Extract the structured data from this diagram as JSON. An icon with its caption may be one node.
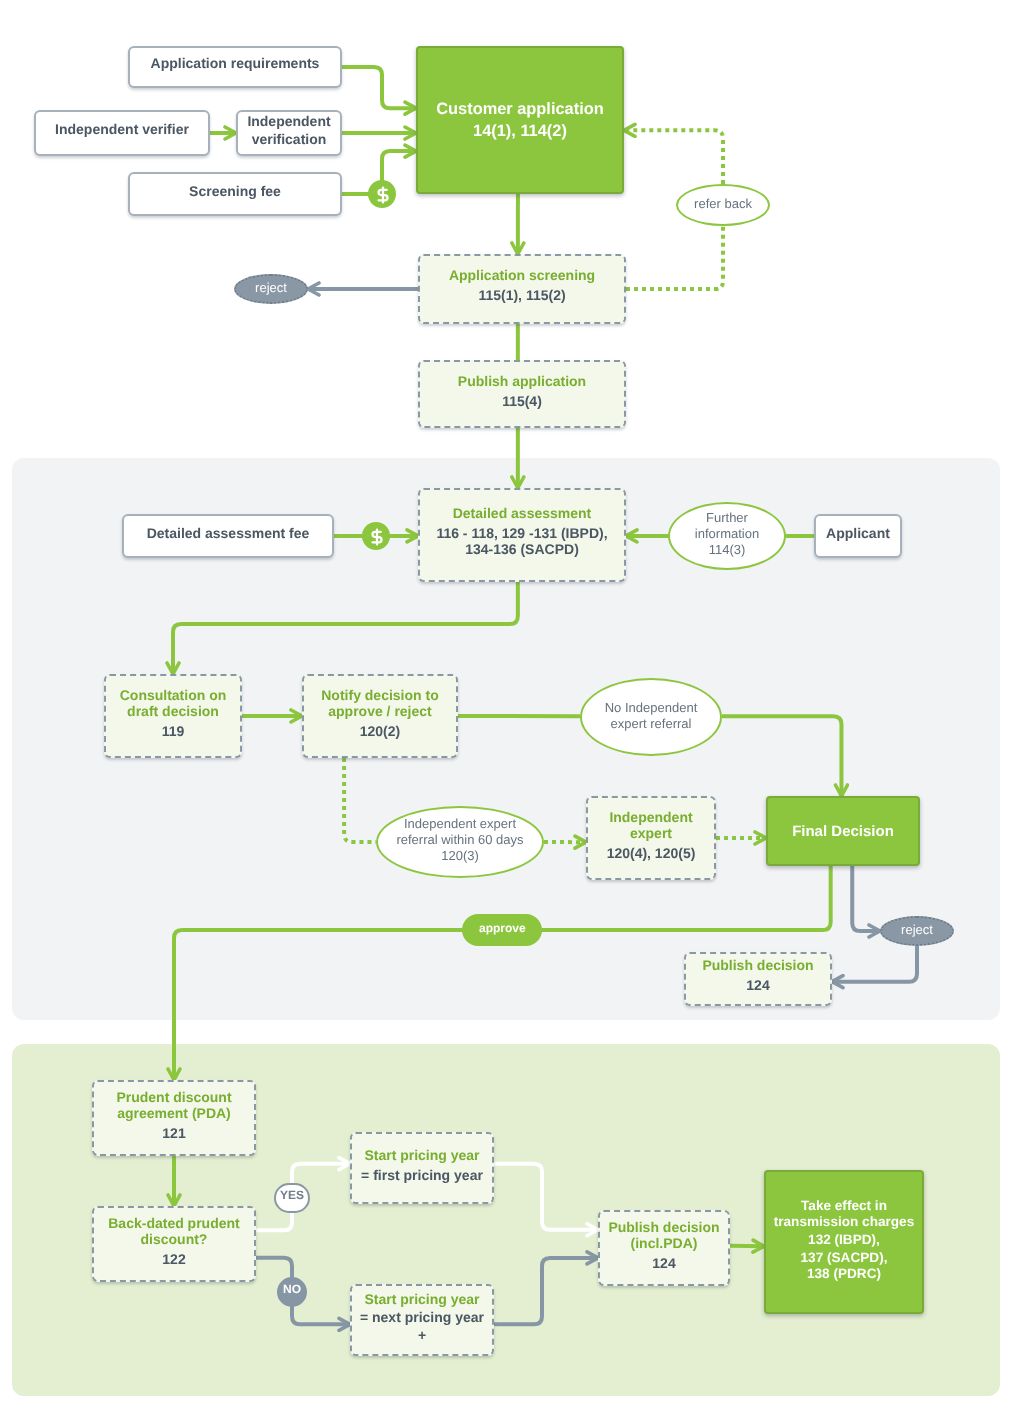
{
  "diagram": {
    "nodes": [
      {
        "text": [
          "Application requirements"
        ]
      },
      {
        "text": [
          "Independent verifier"
        ]
      },
      {
        "text": [
          "Independent verification"
        ]
      },
      {
        "text": [
          "Screening fee"
        ]
      },
      {
        "text": [
          "Customer application",
          "14(1), 114(2)"
        ]
      },
      {
        "text": [
          "refer back"
        ]
      },
      {
        "text": [
          "reject"
        ]
      },
      {
        "text": [
          "Application screening",
          "115(1), 115(2)"
        ]
      },
      {
        "text": [
          "Publish application",
          "115(4)"
        ]
      },
      {
        "text": [],
        "shape": "box"
      },
      {
        "text": [
          "Detailed assessment fee"
        ],
        "in": 9
      },
      {
        "text": [
          "Detailed assessment",
          "116 - 118, 129 -131 (IBPD), 134-136 (SACPD)"
        ],
        "in": 9
      },
      {
        "text": [
          "Further information 114(3)"
        ],
        "in": 9
      },
      {
        "text": [
          "Applicant"
        ],
        "in": 9
      },
      {
        "text": [
          "Consultation on draft decision",
          "119"
        ],
        "in": 9
      },
      {
        "text": [
          "Notify decision to approve / reject",
          "120(2)"
        ],
        "in": 9
      },
      {
        "text": [
          "No Independent expert referral"
        ],
        "in": 9
      },
      {
        "text": [
          "Independent expert referral within 60 days 120(3)"
        ],
        "in": 9
      },
      {
        "text": [
          "Independent expert",
          "120(4), 120(5)"
        ],
        "in": 9
      },
      {
        "text": [
          "Final Decision"
        ],
        "in": 9
      },
      {
        "text": [
          "reject"
        ],
        "in": 9
      },
      {
        "text": [
          "Publish decision",
          "124"
        ],
        "in": 9
      },
      {
        "text": [],
        "shape": "box"
      },
      {
        "text": [
          "Prudent discount agreement (PDA)",
          "121"
        ],
        "in": 22
      },
      {
        "text": [
          "Back-dated prudent discount?",
          "122"
        ],
        "in": 22
      },
      {
        "text": [
          "Start pricing year",
          "= first pricing year"
        ],
        "in": 22
      },
      {
        "text": [
          "Start pricing year",
          "= next pricing year +"
        ],
        "in": 22
      },
      {
        "text": [
          "Publish decision (incl.PDA)",
          "124"
        ],
        "in": 22
      },
      {
        "text": [
          "Take effect in transmission charges",
          "132 (IBPD), 137 (SACPD), 138 (PDRC)"
        ],
        "in": 22
      }
    ],
    "edges": [
      {
        "from": 0,
        "to": 4,
        "arrow": "to"
      },
      {
        "from": 1,
        "to": 2,
        "arrow": "to"
      },
      {
        "from": 2,
        "to": 4,
        "arrow": "to"
      },
      {
        "from": 3,
        "to": 4,
        "arrow": "to"
      },
      {
        "from": 4,
        "to": 7,
        "arrow": "to"
      },
      {
        "from": 7,
        "to": 6,
        "arrow": "to",
        "color": "#8796a5"
      },
      {
        "from": 7,
        "to": 5,
        "arrow": "none",
        "style": "dashed"
      },
      {
        "from": 5,
        "to": 4,
        "arrow": "to",
        "style": "dashed"
      },
      {
        "from": 7,
        "to": 8,
        "arrow": "none"
      },
      {
        "from": 8,
        "to": 11,
        "arrow": "to"
      },
      {
        "from": 10,
        "to": 11,
        "arrow": "to"
      },
      {
        "from": 13,
        "to": 12,
        "arrow": "none"
      },
      {
        "from": 12,
        "to": 11,
        "arrow": "to"
      },
      {
        "from": 11,
        "to": 14,
        "arrow": "to"
      },
      {
        "from": 14,
        "to": 15,
        "arrow": "to"
      },
      {
        "from": 15,
        "to": 16,
        "arrow": "none"
      },
      {
        "from": 16,
        "to": 19,
        "arrow": "to"
      },
      {
        "from": 15,
        "to": 17,
        "arrow": "none",
        "style": "dashed"
      },
      {
        "from": 17,
        "to": 18,
        "arrow": "to",
        "style": "dashed"
      },
      {
        "from": 18,
        "to": 19,
        "arrow": "to",
        "style": "dashed"
      },
      {
        "from": 19,
        "to": 20,
        "arrow": "to",
        "color": "#8796a5"
      },
      {
        "from": 20,
        "to": 21,
        "arrow": "to",
        "color": "#8796a5"
      },
      {
        "from": 19,
        "to": 23,
        "arrow": "to",
        "label": "approve"
      },
      {
        "from": 23,
        "to": 24,
        "arrow": "to"
      },
      {
        "from": 24,
        "to": 25,
        "arrow": "to",
        "label": "YES",
        "color": "#ffffff"
      },
      {
        "from": 24,
        "to": 26,
        "arrow": "to",
        "label": "NO",
        "color": "#8796a5"
      },
      {
        "from": 25,
        "to": 27,
        "arrow": "to",
        "color": "#ffffff"
      },
      {
        "from": 26,
        "to": 27,
        "arrow": "to",
        "color": "#8796a5"
      },
      {
        "from": 27,
        "to": 28,
        "arrow": "to"
      }
    ]
  }
}
